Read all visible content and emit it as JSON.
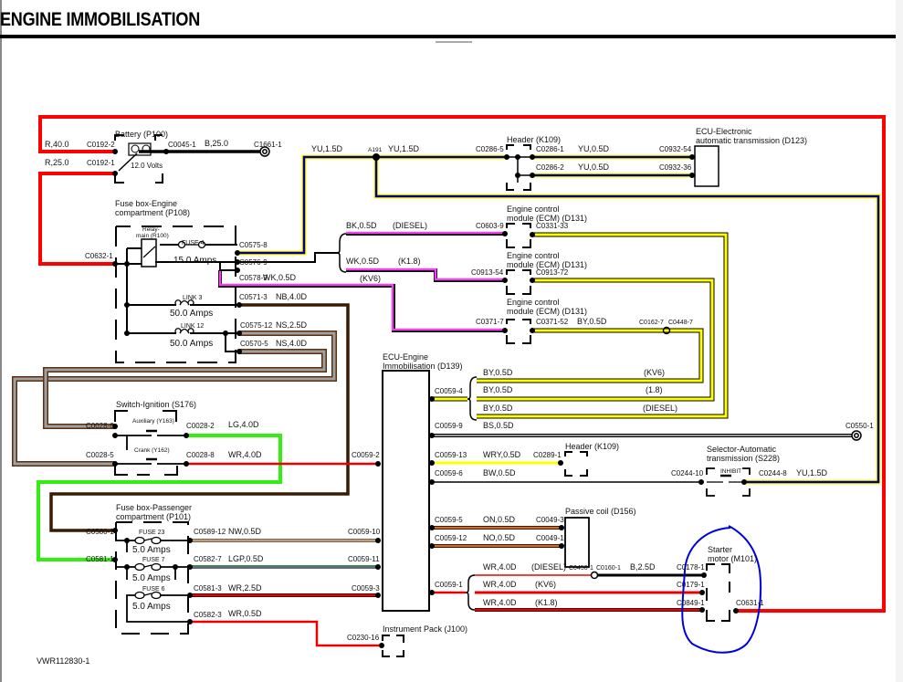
{
  "page": {
    "title": "ENGINE IMMOBILISATION",
    "figure_id": "VWR112830-1"
  },
  "colors": {
    "red": "#ff0000",
    "black": "#000000",
    "blue": "#00008b",
    "yellow": "#ffff00",
    "pink": "#ee44ee",
    "brown": "#5a3010",
    "grey": "#999999",
    "green": "#33ee11",
    "orange": "#e06a10",
    "annotation_circle": "#0000dd"
  },
  "components": {
    "battery": {
      "name": "Battery (P100)",
      "voltage": "12.0 Volts"
    },
    "fusebox_engine": {
      "line1": "Fuse box-Engine",
      "line2": "compartment (P108)"
    },
    "relay_main": {
      "line1": "Relay-",
      "line2": "main (R100)"
    },
    "fuse4": {
      "name": "FUSE 4",
      "rating": "15.0 Amps"
    },
    "link3": {
      "name": "LINK 3",
      "rating": "50.0 Amps"
    },
    "link12": {
      "name": "LINK 12",
      "rating": "50.0 Amps"
    },
    "header_k109_top": "Header (K109)",
    "ecu_trans": {
      "line1": "ECU-Electronic",
      "line2": "automatic transmission (D123)"
    },
    "ecm1": {
      "line1": "Engine control",
      "line2": "module (ECM) (D131)"
    },
    "ecm2": {
      "line1": "Engine control",
      "line2": "module (ECM) (D131)"
    },
    "ecm3": {
      "line1": "Engine control",
      "line2": "module (ECM) (D131)"
    },
    "ecu_immob": {
      "line1": "ECU-Engine",
      "line2": "Immobilisation (D139)"
    },
    "switch_ignition": {
      "name": "Switch-Ignition (S176)",
      "aux": "Auxiliary (Y163)",
      "crank": "Crank (Y162)"
    },
    "header_k109_mid": "Header (K109)",
    "selector": {
      "line1": "Selector-Automatic",
      "line2": "transmission (S228)",
      "inhibit": "INHIBIT"
    },
    "fusebox_pass": {
      "line1": "Fuse box-Passenger",
      "line2": "compartment (P101)"
    },
    "fuse23": {
      "name": "FUSE 23",
      "rating": "5.0 Amps"
    },
    "fuse7": {
      "name": "FUSE 7",
      "rating": "5.0 Amps"
    },
    "fuse6": {
      "name": "FUSE 6",
      "rating": "5.0 Amps"
    },
    "passive_coil": "Passive coil (D156)",
    "starter": {
      "line1": "Starter",
      "line2": "motor (M101)"
    },
    "instrument_pack": "Instrument Pack (J100)"
  },
  "connectors": {
    "c0192_2": "C0192-2",
    "c0192_1": "C0192-1",
    "c0045_1": "C0045-1",
    "c1661_1": "C1661-1",
    "c0632_1": "C0632-1",
    "c0575_8": "C0575-8",
    "c0576_9": "C0576-9",
    "c0578_9": "C0578-9",
    "c0571_3": "C0571-3",
    "c0575_12": "C0575-12",
    "c0570_5": "C0570-5",
    "a191": "A191",
    "c0286_5": "C0286-5",
    "c0286_1": "C0286-1",
    "c0286_2": "C0286-2",
    "c0932_54": "C0932-54",
    "c0932_36": "C0932-36",
    "c0603_9": "C0603-9",
    "c0331_33": "C0331-33",
    "c0913_54": "C0913-54",
    "c0913_72": "C0913-72",
    "c0371_7": "C0371-7",
    "c0371_52": "C0371-52",
    "c0162_7": "C0162-7",
    "c0448_7": "C0448-7",
    "c0059_4": "C0059-4",
    "c0059_9": "C0059-9",
    "c0550_1": "C0550-1",
    "c0059_13": "C0059-13",
    "c0289_1": "C0289-1",
    "c0059_6": "C0059-6",
    "c0244_10": "C0244-10",
    "c0244_8": "C0244-8",
    "c0028_6": "C0028-6",
    "c0028_2": "C0028-2",
    "c0028_5": "C0028-5",
    "c0028_8": "C0028-8",
    "c0059_2": "C0059-2",
    "c0580_1": "C0580-1",
    "c0589_12": "C0589-12",
    "c0059_10": "C0059-10",
    "c0581_1": "C0581-1",
    "c0582_7": "C0582-7",
    "c0059_11": "C0059-11",
    "c0581_3": "C0581-3",
    "c0059_3": "C0059-3",
    "c0582_3": "C0582-3",
    "c0230_16": "C0230-16",
    "c0059_5": "C0059-5",
    "c0049_3": "C0049-3",
    "c0059_12": "C0059-12",
    "c0049_1": "C0049-1",
    "c0059_1": "C0059-1",
    "c0450_1": "C0450-1",
    "c0160_1": "C0160-1",
    "c0178_1": "C0178-1",
    "c0179_1": "C0179-1",
    "c0849_1": "C0849-1",
    "c0631_1": "C0631-1"
  },
  "wires": {
    "r40": "R,40.0",
    "r25": "R,25.0",
    "b25": "B,25.0",
    "yu15_a": "YU,1.5D",
    "yu15_b": "YU,1.5D",
    "yu05_a": "YU,0.5D",
    "yu05_b": "YU,0.5D",
    "bk05": "BK,0.5D",
    "wk05_a": "WK,0.5D",
    "wk05_b": "WK,0.5D",
    "nb40": "NB,4.0D",
    "ns25": "NS,2.5D",
    "ns40": "NS,4.0D",
    "by05_ecm": "BY,0.5D",
    "by05_1": "BY,0.5D",
    "by05_2": "BY,0.5D",
    "by05_3": "BY,0.5D",
    "bs05": "BS,0.5D",
    "wry05": "WRY,0.5D",
    "bw05": "BW,0.5D",
    "yu15_c": "YU,1.5D",
    "lg40": "LG,4.0D",
    "wr40": "WR,4.0D",
    "nw05": "NW,0.5D",
    "lgp05": "LGP,0.5D",
    "wr25": "WR,2.5D",
    "wr05": "WR,0.5D",
    "on05": "ON,0.5D",
    "no05": "NO,0.5D",
    "wr40_d": "WR,4.0D",
    "wr40_k": "WR,4.0D",
    "wr40_1": "WR,4.0D",
    "b25d": "B,2.5D"
  },
  "variants": {
    "diesel_a": "(DIESEL)",
    "k18_a": "(K1.8)",
    "kv6_a": "(KV6)",
    "kv6_b": "(KV6)",
    "v18_b": "(1.8)",
    "diesel_b": "(DIESEL)",
    "diesel_c": "(DIESEL)",
    "kv6_c": "(KV6)",
    "k18_c": "(K1.8)"
  }
}
